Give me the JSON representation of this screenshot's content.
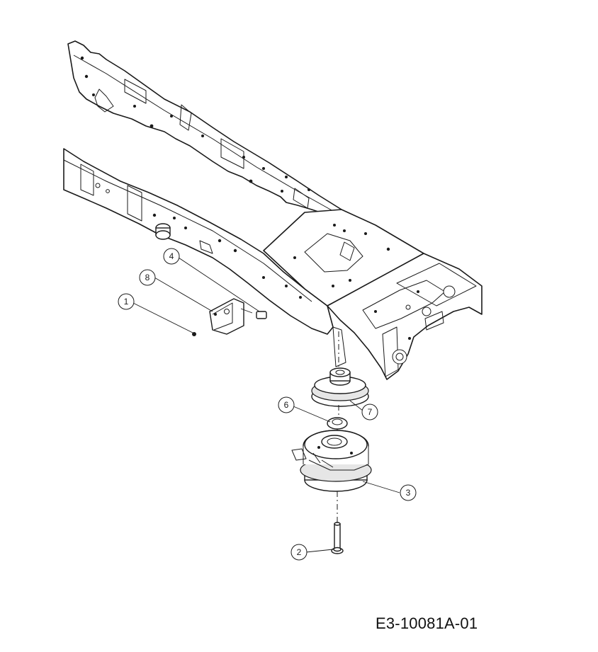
{
  "drawing": {
    "number": "E3-10081A-01"
  },
  "callouts": [
    {
      "id": "callout-1",
      "label": "1"
    },
    {
      "id": "callout-2",
      "label": "2"
    },
    {
      "id": "callout-3",
      "label": "3"
    },
    {
      "id": "callout-4",
      "label": "4"
    },
    {
      "id": "callout-6",
      "label": "6"
    },
    {
      "id": "callout-7",
      "label": "7"
    },
    {
      "id": "callout-8",
      "label": "8"
    }
  ],
  "colors": {
    "line": "#1a1a1a",
    "background": "#ffffff"
  }
}
